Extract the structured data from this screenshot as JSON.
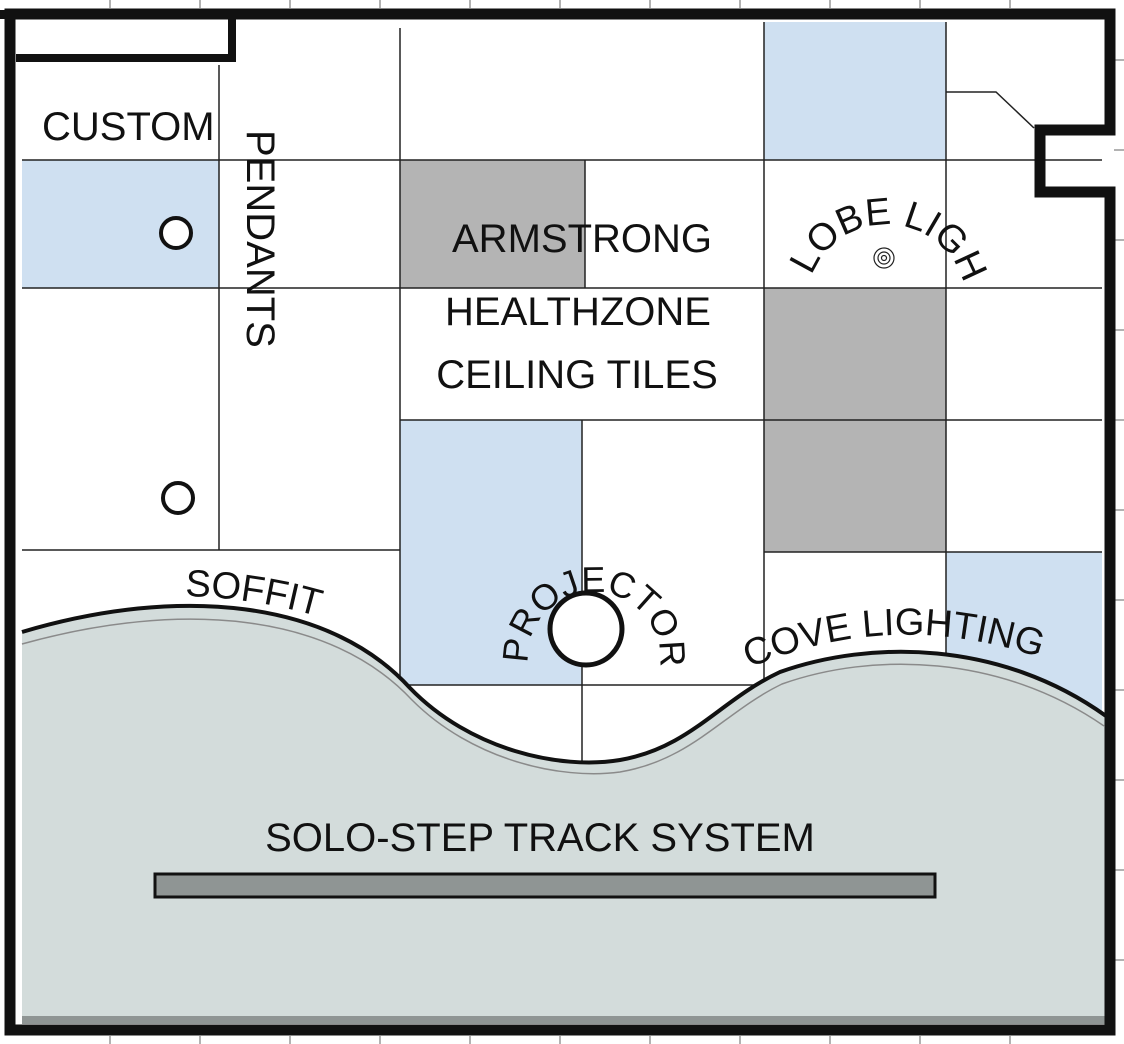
{
  "labels": {
    "custom": "CUSTOM",
    "pendants": "PENDANTS",
    "armstrong": "ARMSTRONG",
    "healthzone": "HEALTHZONE",
    "ceiling_tiles": "CEILING TILES",
    "globe_light": "GLOBE LIGHT",
    "soffit": "SOFFIT",
    "projector": "PROJECTOR",
    "cove_lighting": "COVE LIGHTING",
    "track_system": "SOLO-STEP TRACK SYSTEM"
  },
  "colors": {
    "tile_white": "#ffffff",
    "tile_blue": "#cfe0f1",
    "tile_gray": "#b4b4b4",
    "soffit_fill": "#d3dcdb",
    "track_bar": "#8f9594",
    "wall": "#111111"
  }
}
